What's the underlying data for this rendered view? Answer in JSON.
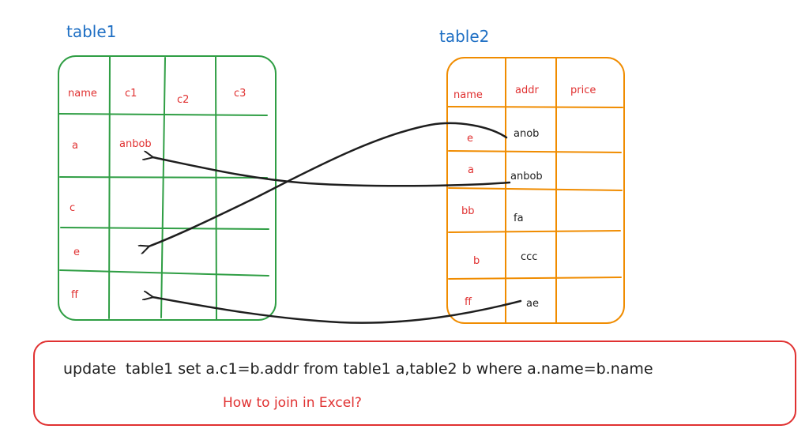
{
  "colors": {
    "title": "#1e6fc4",
    "table1_border": "#2f9e44",
    "table2_border": "#f08c00",
    "red_text": "#e03131",
    "black_text": "#1e1e1e",
    "arrow": "#1e1e1e",
    "query_box": "#e03131"
  },
  "table1": {
    "title": "table1",
    "headers": [
      "name",
      "c1",
      "c2",
      "c3"
    ],
    "rows": [
      {
        "name": "a",
        "c1": "anbob"
      },
      {
        "name": "c",
        "c1": ""
      },
      {
        "name": "e",
        "c1": ""
      },
      {
        "name": "ff",
        "c1": ""
      }
    ]
  },
  "table2": {
    "title": "table2",
    "headers": [
      "name",
      "addr",
      "price"
    ],
    "rows": [
      {
        "name": "e",
        "addr": "anob"
      },
      {
        "name": "a",
        "addr": "anbob"
      },
      {
        "name": "bb",
        "addr": "fa"
      },
      {
        "name": "b",
        "addr": "ccc"
      },
      {
        "name": "ff",
        "addr": "ae"
      }
    ]
  },
  "arrows": [
    {
      "from": "table2.e",
      "to": "table1.e",
      "icon": "curved-arrow-icon"
    },
    {
      "from": "table2.a",
      "to": "table1.a",
      "icon": "curved-arrow-icon"
    },
    {
      "from": "table2.ff",
      "to": "table1.ff",
      "icon": "curved-arrow-icon"
    }
  ],
  "query": {
    "sql": "update  table1 set a.c1=b.addr from table1 a,table2 b where a.name=b.name",
    "question": "How to join in Excel?"
  }
}
